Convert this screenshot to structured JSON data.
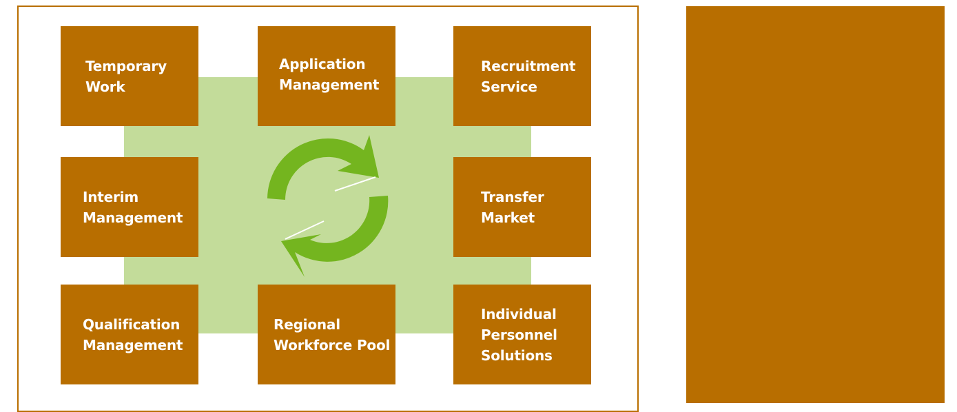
{
  "diagram": {
    "tiles": [
      {
        "id": "temporary-work",
        "label": "Temporary\nWork"
      },
      {
        "id": "application-management",
        "label": "Application\nManagement"
      },
      {
        "id": "recruitment-service",
        "label": "Recruitment\nService"
      },
      {
        "id": "interim-management",
        "label": "Interim\nManagement"
      },
      {
        "id": "transfer-market",
        "label": "Transfer\nMarket"
      },
      {
        "id": "qualification-management",
        "label": "Qualification\nManagement"
      },
      {
        "id": "regional-workforce-pool",
        "label": "Regional\nWorkforce Pool"
      },
      {
        "id": "individual-personnel-solutions",
        "label": "Individual\nPersonnel\nSolutions"
      }
    ],
    "center_icon": "refresh-cycle-icon"
  },
  "colors": {
    "tile": "#b86e00",
    "frame_border": "#b86e00",
    "green_field": "#c3dc9a",
    "cycle_arrows": "#74b51f",
    "side_panel": "#b86e00"
  }
}
